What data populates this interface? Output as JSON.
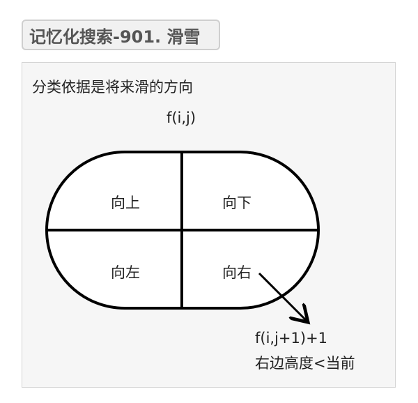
{
  "title": "记忆化搜索-901. 滑雪",
  "note": "分类依据是将来滑的方向",
  "function_label": "f(i,j)",
  "quadrants": {
    "up": "向上",
    "down": "向下",
    "left": "向左",
    "right": "向右"
  },
  "arrow_target": {
    "expression": "f(i,j+1)+1",
    "condition": "右边高度<当前"
  },
  "colors": {
    "stroke": "#000000",
    "panel_background": "#f6f6f6",
    "title_background": "#f1f1f1",
    "title_text": "#555555"
  }
}
